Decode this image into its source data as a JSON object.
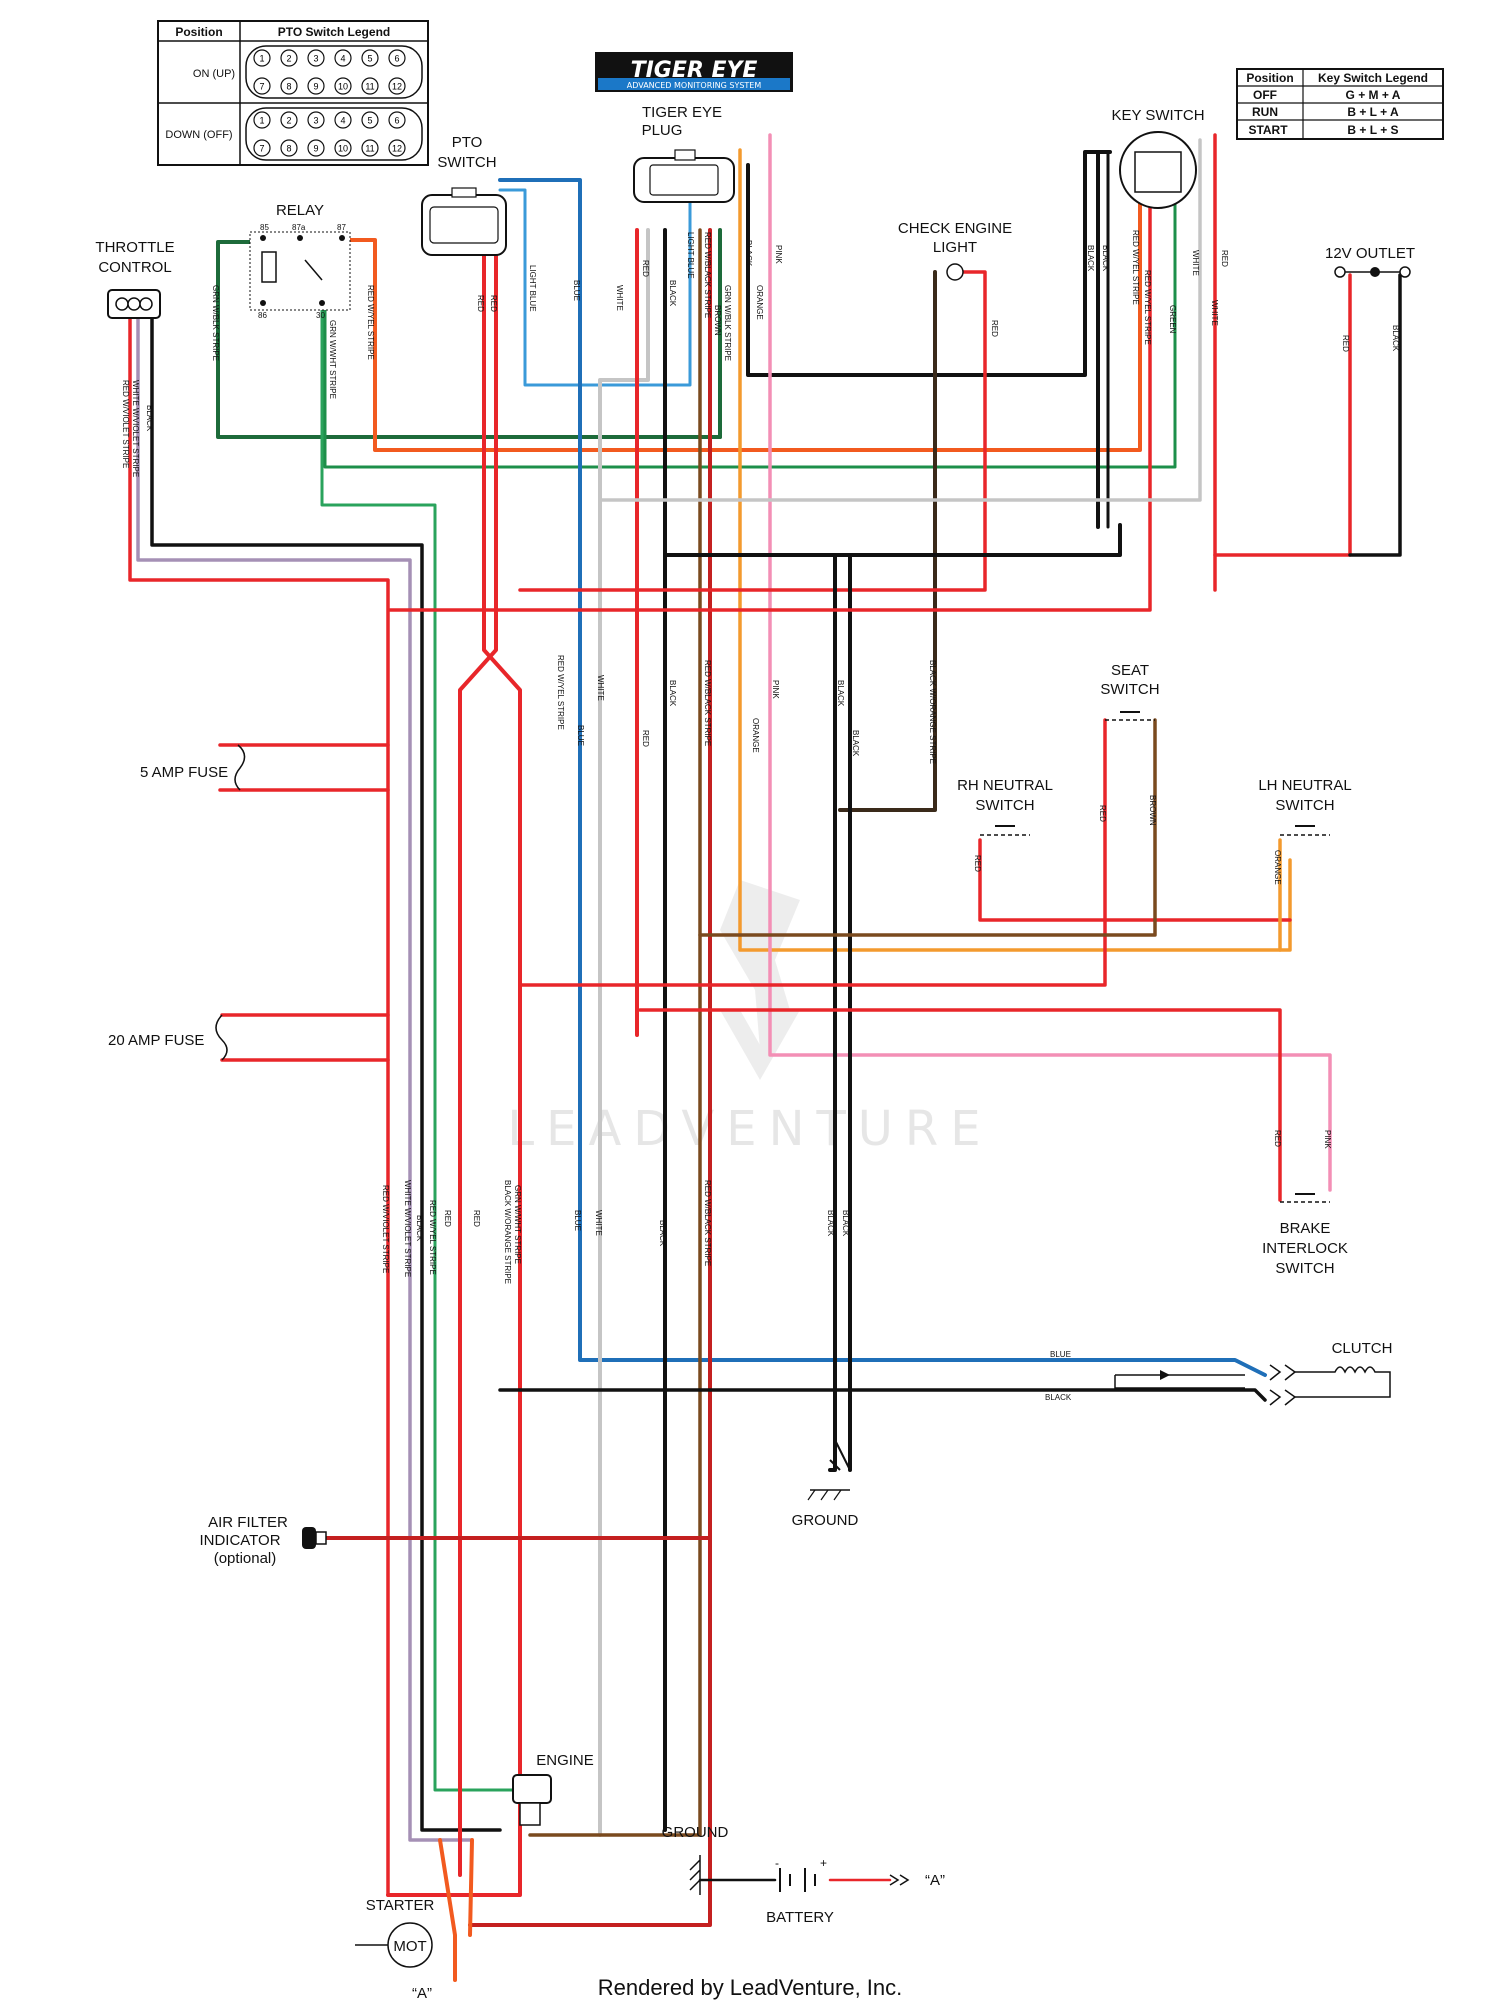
{
  "pto_legend": {
    "col_position": "Position",
    "col_legend": "PTO Switch Legend",
    "rows": [
      "ON (UP)",
      "DOWN (OFF)"
    ]
  },
  "key_legend": {
    "col_position": "Position",
    "col_legend": "Key Switch Legend",
    "rows": [
      {
        "pos": "OFF",
        "val": "G + M + A"
      },
      {
        "pos": "RUN",
        "val": "B + L + A"
      },
      {
        "pos": "START",
        "val": "B + L + S"
      }
    ]
  },
  "brand": {
    "logo": "TIGER EYE",
    "tagline": "ADVANCED MONITORING SYSTEM"
  },
  "components": {
    "throttle": "THROTTLE",
    "control": "CONTROL",
    "relay": "RELAY",
    "pto": "PTO",
    "switch": "SWITCH",
    "tiger_eye": "TIGER EYE",
    "plug": "PLUG",
    "check_engine": "CHECK ENGINE",
    "light": "LIGHT",
    "key_switch": "KEY SWITCH",
    "outlet": "12V OUTLET",
    "fuse5": "5 AMP FUSE",
    "fuse20": "20 AMP FUSE",
    "seat": "SEAT",
    "rh_neutral": "RH NEUTRAL",
    "lh_neutral": "LH NEUTRAL",
    "brake": "BRAKE",
    "interlock": "INTERLOCK",
    "clutch": "CLUTCH",
    "ground": "GROUND",
    "air_filter": "AIR FILTER",
    "indicator": "INDICATOR",
    "optional": "(optional)",
    "engine": "ENGINE",
    "starter": "STARTER",
    "mot": "MOT",
    "battery": "BATTERY",
    "ref_a": "“A”"
  },
  "relay_pins": [
    "85",
    "87a",
    "87",
    "86",
    "30"
  ],
  "pto_pins": [
    "1",
    "2",
    "3",
    "4",
    "5",
    "6",
    "7",
    "8",
    "9",
    "10",
    "11",
    "12"
  ],
  "wires": {
    "red": "RED",
    "black": "BLACK",
    "white": "WHITE",
    "blue": "BLUE",
    "light_blue": "LIGHT BLUE",
    "pink": "PINK",
    "orange": "ORANGE",
    "brown": "BROWN",
    "green": "GREEN",
    "grn_blk": "GRN W/BLK STRIPE",
    "grn_wht": "GRN W/WHT STRIPE",
    "red_yel": "RED W/YEL STRIPE",
    "red_blk": "RED W/BLACK STRIPE",
    "red_vio": "RED W/VIOLET STRIPE",
    "wht_vio": "WHITE W/VIOLET STRIPE",
    "blk_org": "BLACK W/ORANGE STRIPE"
  },
  "colors": {
    "red": "#e8262a",
    "orange_red": "#f25a1f",
    "black": "#111111",
    "white_wire": "#bdbdbd",
    "blue": "#1f6fb8",
    "light_blue": "#3a9ad9",
    "pink": "#f38fb5",
    "orange": "#f39a2e",
    "brown": "#7a4a1e",
    "green": "#1d8f4a",
    "violet": "#a590b5",
    "dark_red": "#c42020"
  },
  "watermark": "LEADVENTURE",
  "footer": "Rendered by LeadVenture, Inc."
}
